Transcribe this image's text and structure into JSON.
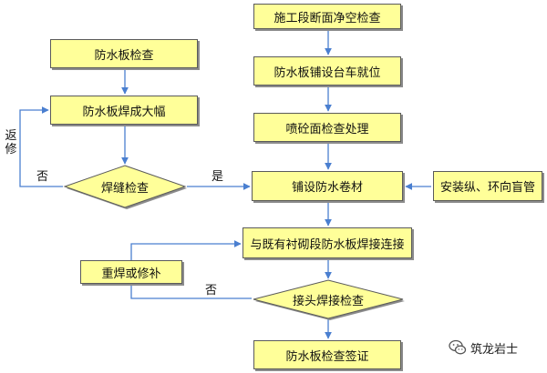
{
  "nodes": {
    "section_clearance_check": "施工段断面净空检查",
    "trolley_positioning": "防水板铺设台车就位",
    "shotcrete_surface_check": "喷砼面检查处理",
    "lay_waterproof_roll": "铺设防水卷材",
    "install_drain_pipes": "安装纵、环向盲管",
    "weld_to_existing_lining": "与既有衬砌段防水板焊接连接",
    "joint_weld_check": "接头焊接检查",
    "waterproof_board_signoff": "防水板检查签证",
    "waterproof_board_check": "防水板检查",
    "weld_large_sheets": "防水板焊成大幅",
    "weld_seam_check": "焊缝检查",
    "reweld_or_repair": "重焊或修补"
  },
  "edge_labels": {
    "seam_yes": "是",
    "seam_no": "否",
    "return_repair": "返修",
    "joint_no": "否"
  },
  "watermark": {
    "text": "筑龙岩士"
  },
  "colors": {
    "box_fill": "#ffff99",
    "connector": "#4a7fd0",
    "border": "#5a5a5a"
  }
}
